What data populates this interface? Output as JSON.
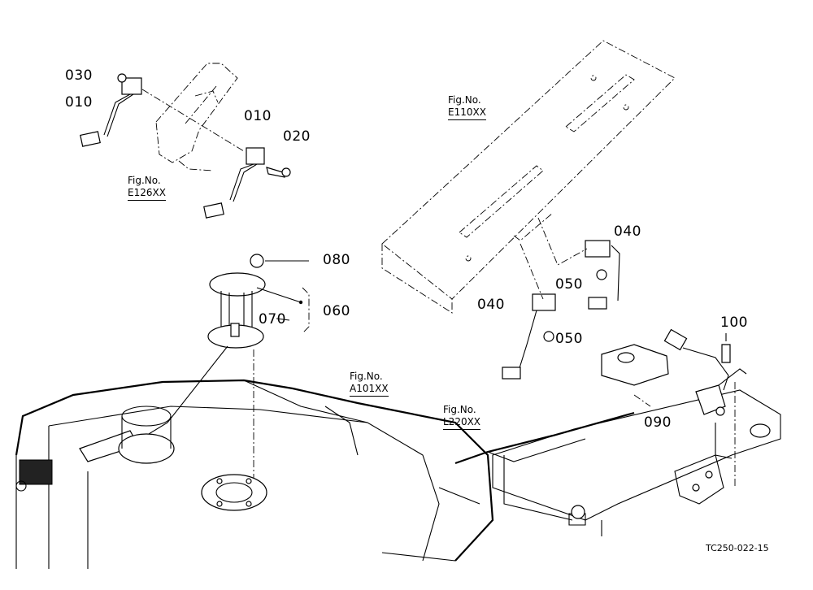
{
  "diagram": {
    "parts": {
      "p030": "030",
      "p010a": "010",
      "p010b": "010",
      "p020": "020",
      "p080": "080",
      "p060": "060",
      "p070": "070",
      "p040a": "040",
      "p050a": "050",
      "p040b": "040",
      "p050b": "050",
      "p100": "100",
      "p090": "090"
    },
    "figures": {
      "e126": {
        "label": "Fig.No.",
        "code": "E126XX"
      },
      "e110": {
        "label": "Fig.No.",
        "code": "E110XX"
      },
      "a101": {
        "label": "Fig.No.",
        "code": "A101XX"
      },
      "l220": {
        "label": "Fig.No.",
        "code": "L220XX"
      }
    },
    "drawing_code": "TC250-022-15"
  }
}
